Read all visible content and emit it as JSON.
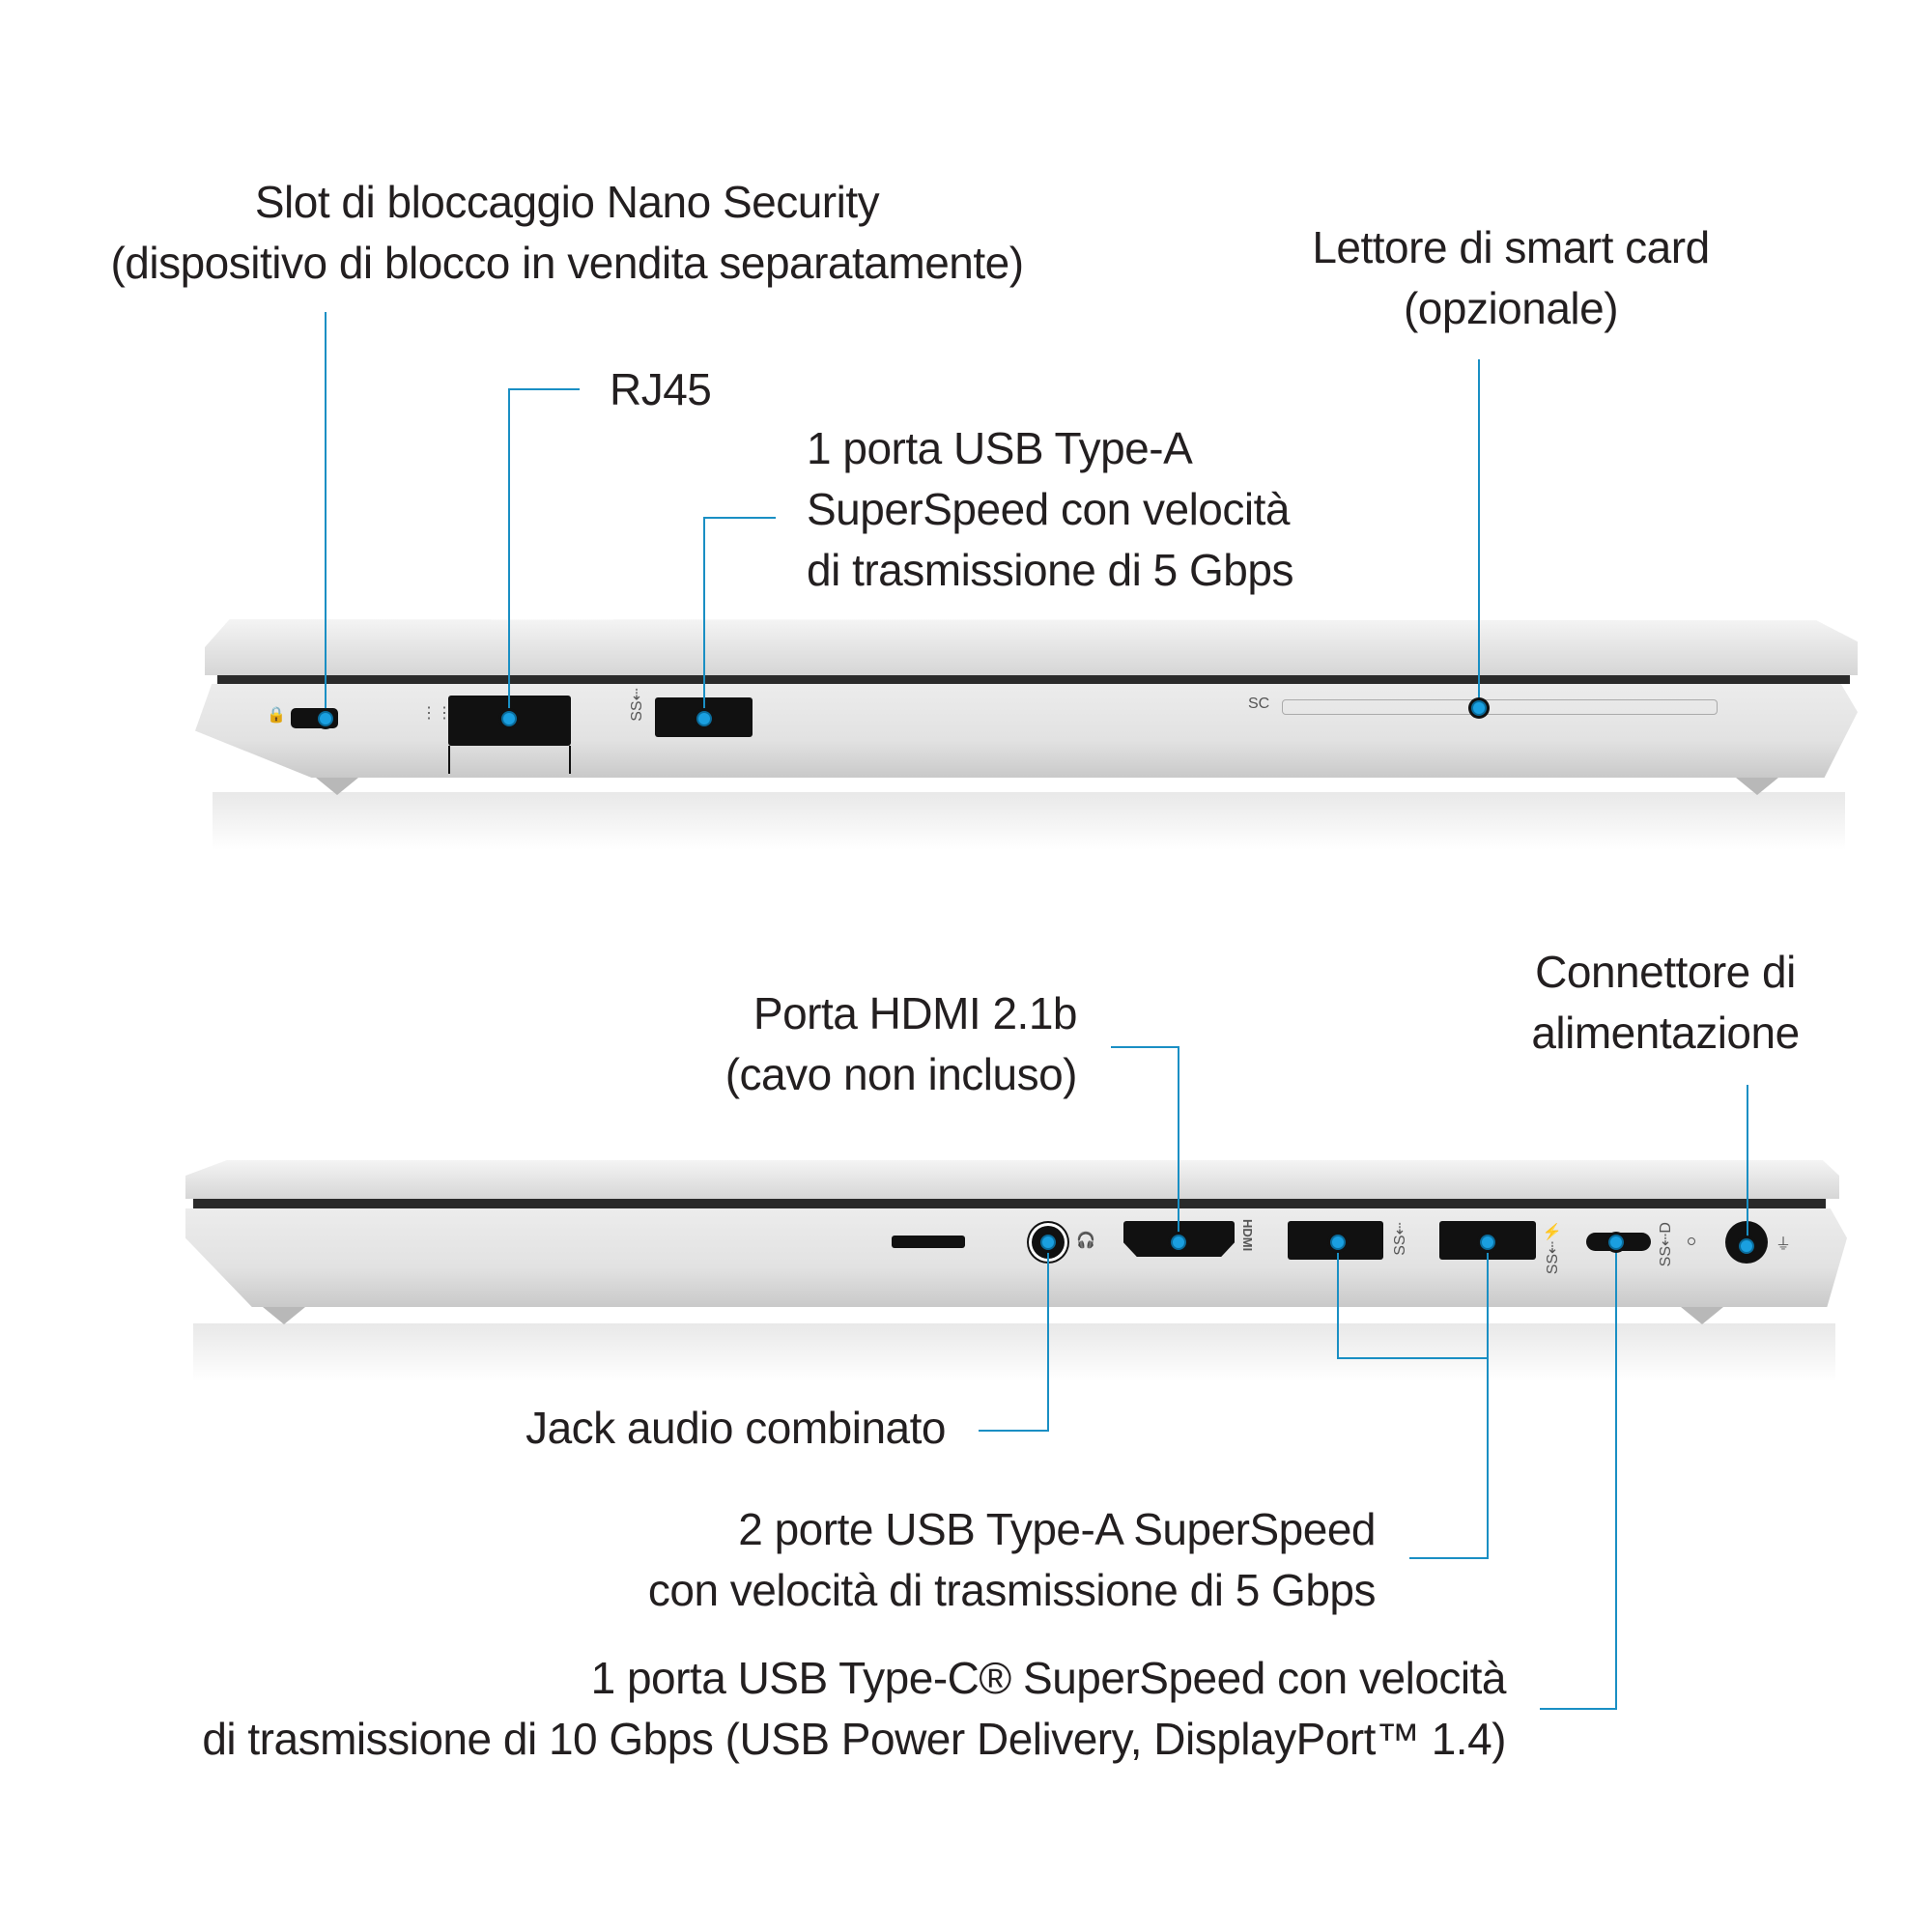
{
  "left_side": {
    "lock_slot": {
      "lines": [
        "Slot di bloccaggio Nano Security",
        "(dispositivo di blocco in vendita separatamente)"
      ]
    },
    "rj45": {
      "label": "RJ45"
    },
    "usb_a": {
      "lines": [
        "1 porta USB Type-A",
        "SuperSpeed con velocità",
        "di trasmissione di 5 Gbps"
      ]
    },
    "smart_card": {
      "lines": [
        "Lettore di smart card",
        "(opzionale)"
      ],
      "port_label": "SC"
    }
  },
  "right_side": {
    "hdmi": {
      "lines": [
        "Porta HDMI 2.1b",
        "(cavo non incluso)"
      ],
      "port_label": "HDMI"
    },
    "power": {
      "lines": [
        "Connettore di",
        "alimentazione"
      ]
    },
    "audio": {
      "label": "Jack audio combinato"
    },
    "usb_a_pair": {
      "lines": [
        "2 porte USB Type-A SuperSpeed",
        "con velocità di trasmissione di 5 Gbps"
      ]
    },
    "usb_c": {
      "lines": [
        "1 porta USB Type-C® SuperSpeed con velocità",
        "di trasmissione di 10 Gbps (USB Power Delivery, DisplayPort™ 1.4)"
      ]
    }
  },
  "colors": {
    "callout": "#1a8fc4",
    "text": "#231f20"
  }
}
